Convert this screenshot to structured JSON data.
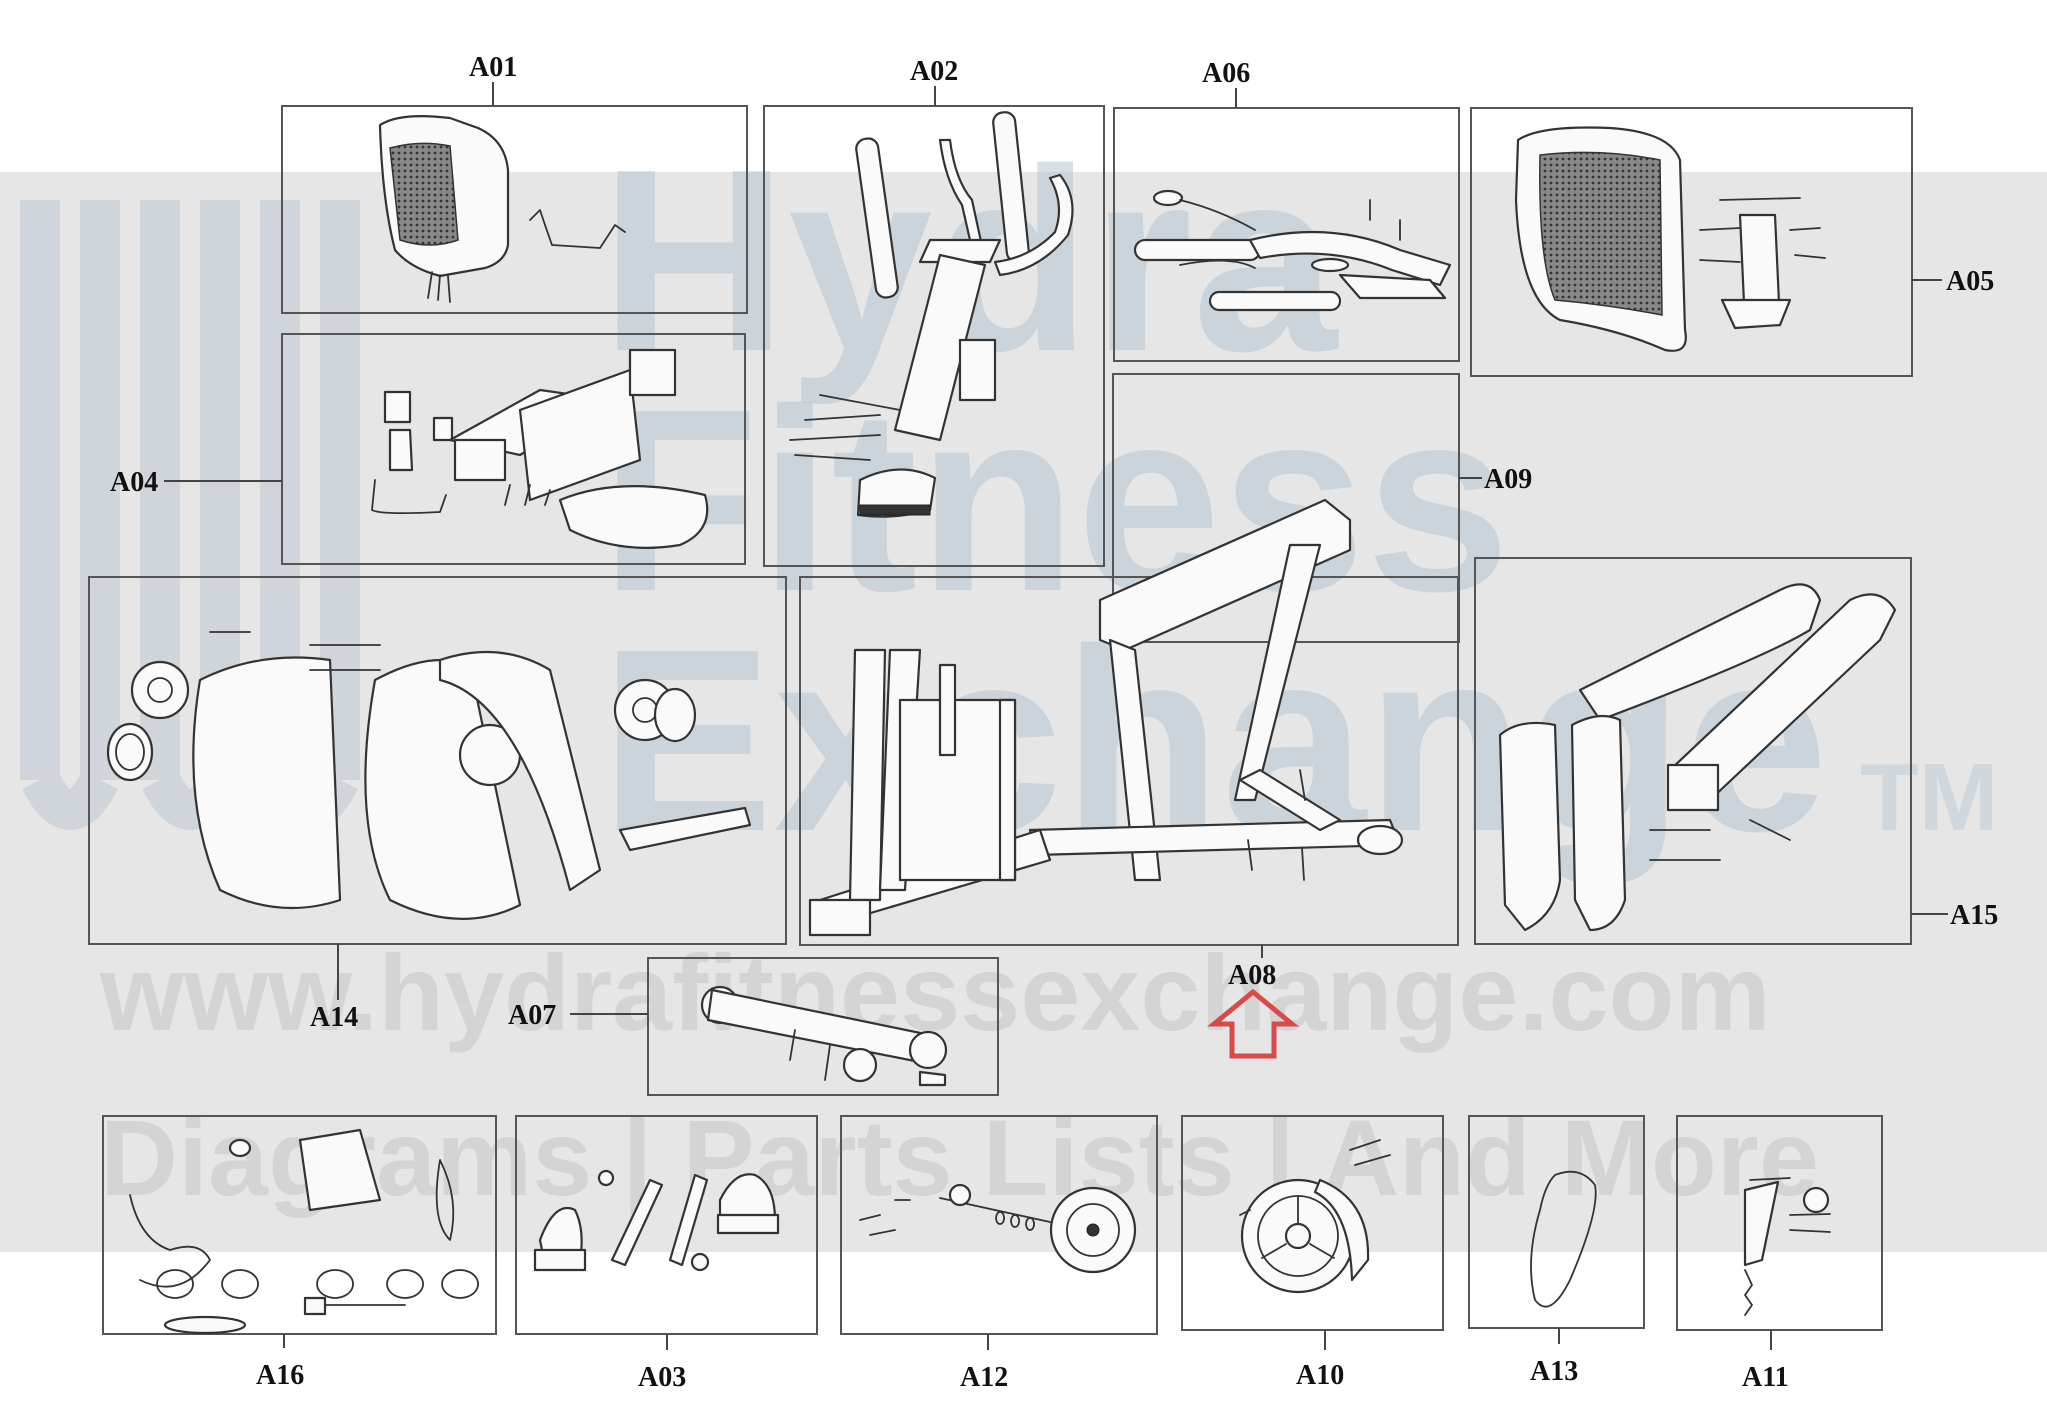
{
  "diagram": {
    "panels": [
      {
        "id": "A01",
        "label": "A01"
      },
      {
        "id": "A02",
        "label": "A02"
      },
      {
        "id": "A06",
        "label": "A06"
      },
      {
        "id": "A05",
        "label": "A05"
      },
      {
        "id": "A04",
        "label": "A04"
      },
      {
        "id": "A09",
        "label": "A09"
      },
      {
        "id": "A14",
        "label": "A14"
      },
      {
        "id": "A15",
        "label": "A15"
      },
      {
        "id": "A07",
        "label": "A07"
      },
      {
        "id": "A08",
        "label": "A08"
      },
      {
        "id": "A16",
        "label": "A16"
      },
      {
        "id": "A03",
        "label": "A03"
      },
      {
        "id": "A12",
        "label": "A12"
      },
      {
        "id": "A10",
        "label": "A10"
      },
      {
        "id": "A13",
        "label": "A13"
      },
      {
        "id": "A11",
        "label": "A11"
      }
    ]
  },
  "watermark": {
    "brand_line1": "Hydra",
    "brand_line2": "Fitness",
    "brand_line3": "Exchange",
    "trademark": "TM",
    "url": "www.hydrafitnessexchange.com",
    "tagline": "Diagrams | Parts Lists | And More"
  },
  "colors": {
    "highlight_arrow": "#d94a4a",
    "watermark_band": "#e6e6e6",
    "watermark_text": "#9fb2c2"
  }
}
